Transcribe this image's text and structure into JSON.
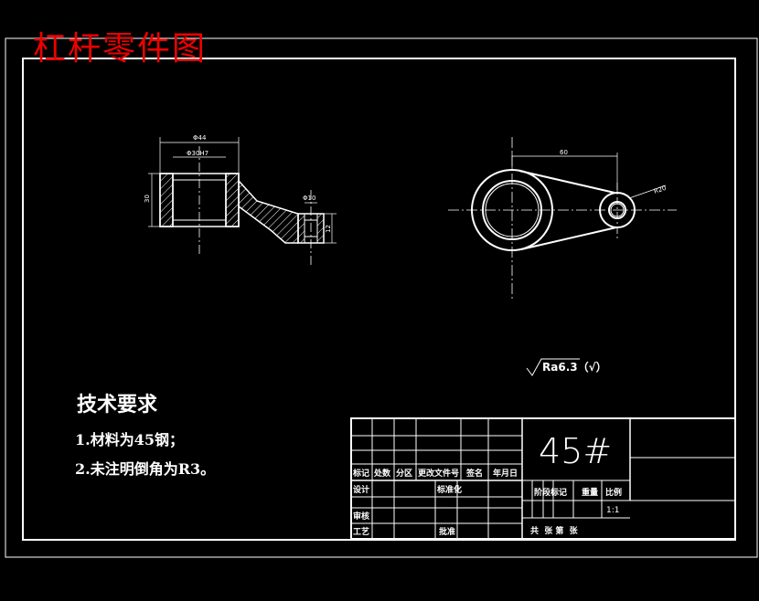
{
  "title": "杠杆零件图",
  "technical_requirements": {
    "heading": "技术要求",
    "items": [
      "1.材料为45钢；",
      "2.未注明倒角为R3。"
    ]
  },
  "roughness_label": "Ra6.3（√）",
  "dimensions": {
    "outer_diameter": "Φ44",
    "bore_fit": "Φ30H7",
    "height": "30",
    "small_hole": "Φ10",
    "boss_height": "12",
    "center_distance": "60",
    "boss_radius": "R20"
  },
  "title_block": {
    "material": "45#",
    "row_labels": [
      "标记",
      "处数",
      "分区",
      "更改文件号",
      "签名",
      "年月日"
    ],
    "designer": "设计",
    "standardization": "标准化",
    "checker": "审核",
    "process": "工艺",
    "approval": "批准",
    "stage_mark": "阶段标记",
    "weight": "重量",
    "scale_label": "比例",
    "scale_value": "1:1",
    "sheet_info": "共  张 第  张"
  },
  "colors": {
    "background": "#000000",
    "lines": "#ffffff",
    "title": "#ee0000"
  }
}
